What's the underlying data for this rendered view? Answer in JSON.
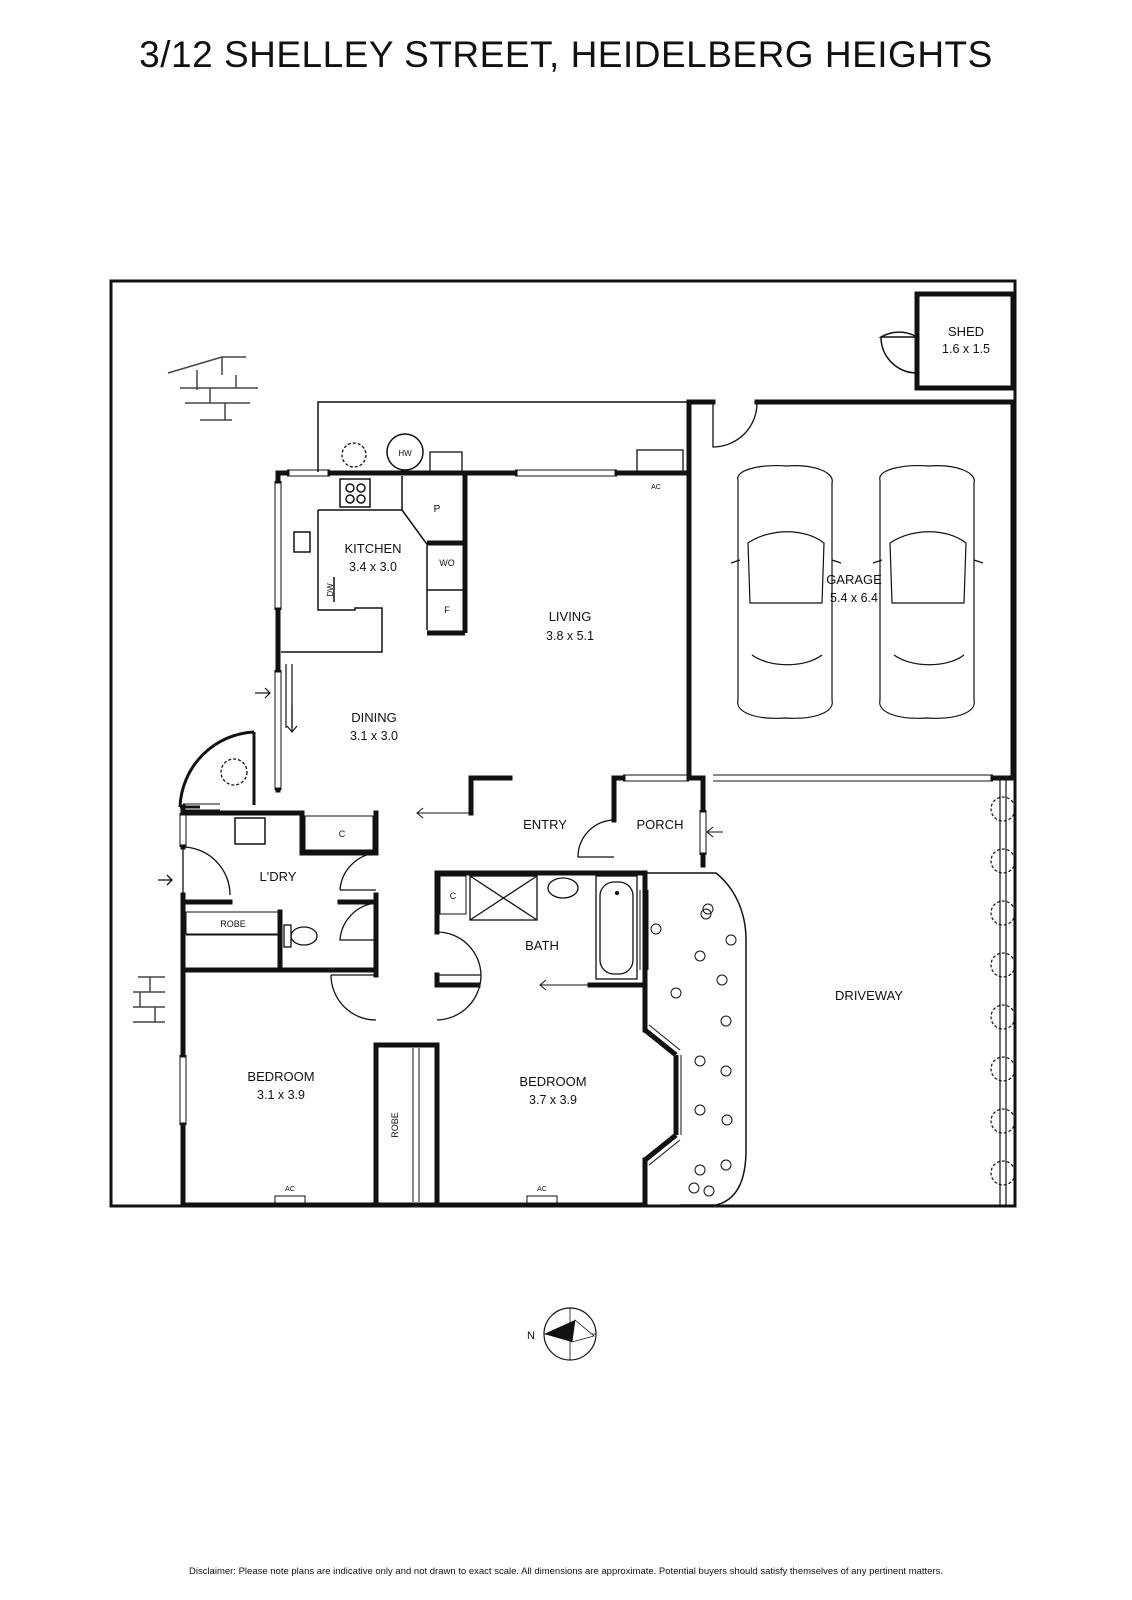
{
  "title": "3/12 SHELLEY STREET, HEIDELBERG HEIGHTS",
  "rooms": {
    "shed": {
      "name": "SHED",
      "size": "1.6 x 1.5"
    },
    "kitchen": {
      "name": "KITCHEN",
      "size": "3.4 x 3.0"
    },
    "living": {
      "name": "LIVING",
      "size": "3.8 x 5.1"
    },
    "garage": {
      "name": "GARAGE",
      "size": "5.4 x 6.4"
    },
    "dining": {
      "name": "DINING",
      "size": "3.1 x 3.0"
    },
    "entry": {
      "name": "ENTRY"
    },
    "porch": {
      "name": "PORCH"
    },
    "laundry": {
      "name": "L'DRY"
    },
    "bath": {
      "name": "BATH"
    },
    "driveway": {
      "name": "DRIVEWAY"
    },
    "bedroom1": {
      "name": "BEDROOM",
      "size": "3.1 x 3.9"
    },
    "bedroom2": {
      "name": "BEDROOM",
      "size": "3.7 x 3.9"
    }
  },
  "fixtures": {
    "hw": "HW",
    "pantry": "P",
    "wo": "WO",
    "fridge": "F",
    "dw": "DW",
    "ac": "AC",
    "cupboard": "C",
    "robe": "ROBE"
  },
  "compass": {
    "north": "N"
  },
  "disclaimer": "Disclaimer: Please note plans are indicative only and not drawn to exact scale. All dimensions are approximate. Potential buyers should satisfy themselves of any pertinent matters."
}
